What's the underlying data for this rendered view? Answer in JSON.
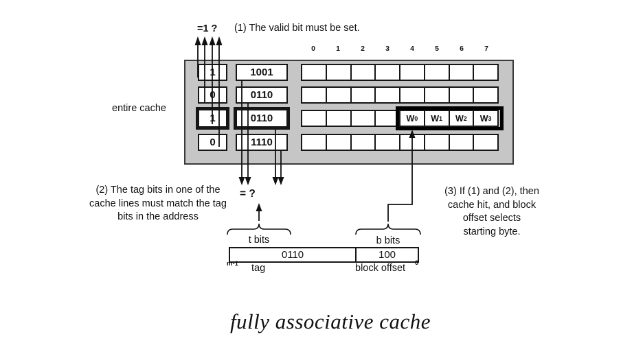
{
  "caption": "fully associative cache",
  "annotations": {
    "valid_comparator": "=1 ?",
    "note1": "(1) The valid bit must be set.",
    "note2_line1": "(2) The tag bits in one of the",
    "note2_line2": "cache lines must match the tag",
    "note2_line3": "bits in the address",
    "note3_line1": "(3) If (1) and (2), then",
    "note3_line2": "cache hit, and block",
    "note3_line3": "offset selects",
    "note3_line4": "starting byte.",
    "tag_comparator": "= ?",
    "entire_cache": "entire cache"
  },
  "cache": {
    "column_headers": [
      "0",
      "1",
      "2",
      "3",
      "4",
      "5",
      "6",
      "7"
    ],
    "rows": [
      {
        "valid": "1",
        "tag": "1001",
        "highlight": false
      },
      {
        "valid": "0",
        "tag": "0110",
        "highlight": false
      },
      {
        "valid": "1",
        "tag": "0110",
        "highlight": true,
        "words": [
          {
            "base": "W",
            "sub": "0"
          },
          {
            "base": "W",
            "sub": "1"
          },
          {
            "base": "W",
            "sub": "2"
          },
          {
            "base": "W",
            "sub": "3"
          }
        ]
      },
      {
        "valid": "0",
        "tag": "1110",
        "highlight": false
      }
    ]
  },
  "address": {
    "t_bits_label": "t bits",
    "b_bits_label": "b bits",
    "tag_value": "0110",
    "offset_value": "100",
    "tag_label": "tag",
    "offset_label": "block offset",
    "high_bit_label": "m-1",
    "low_bit_label": "0"
  },
  "colors": {
    "cache_background": "#c6c6c6",
    "box_border": "#161616",
    "highlight_border": "#000000",
    "text": "#111111"
  }
}
